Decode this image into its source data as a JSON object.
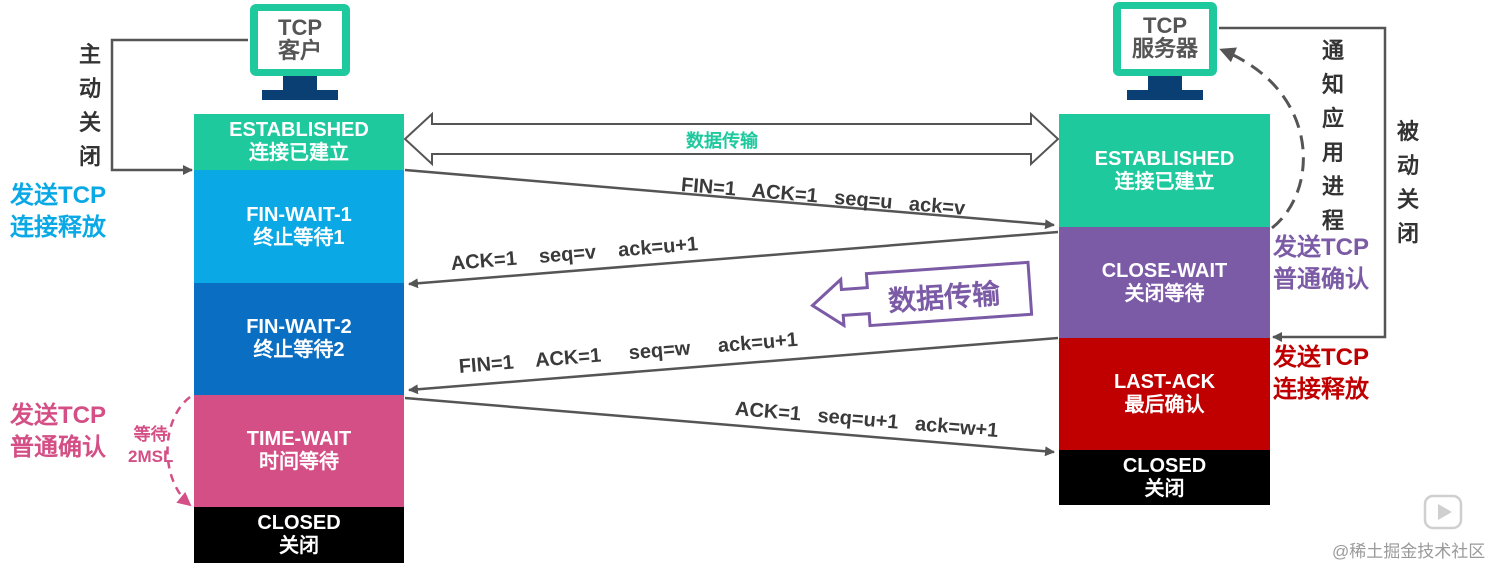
{
  "client": {
    "monitor_line1": "TCP",
    "monitor_line2": "客户",
    "active_close": "主动关闭",
    "send_fin_label": "发送TCP\n连接释放",
    "send_ack_label": "发送TCP\n普通确认",
    "wait_label": "等待\n2MSL",
    "states": [
      {
        "en": "ESTABLISHED",
        "zh": "连接已建立",
        "color": "#1fc99e"
      },
      {
        "en": "FIN-WAIT-1",
        "zh": "终止等待1",
        "color": "#0aa9e6"
      },
      {
        "en": "FIN-WAIT-2",
        "zh": "终止等待2",
        "color": "#0a6fc3"
      },
      {
        "en": "TIME-WAIT",
        "zh": "时间等待",
        "color": "#d44f85"
      },
      {
        "en": "CLOSED",
        "zh": "关闭",
        "color": "#000000"
      }
    ]
  },
  "server": {
    "monitor_line1": "TCP",
    "monitor_line2": "服务器",
    "notify_app": "通知应用进程",
    "passive_close": "被动关闭",
    "send_ack_label": "发送TCP\n普通确认",
    "send_fin_label": "发送TCP\n连接释放",
    "states": [
      {
        "en": "ESTABLISHED",
        "zh": "连接已建立",
        "color": "#1fc99e"
      },
      {
        "en": "CLOSE-WAIT",
        "zh": "关闭等待",
        "color": "#7b5aa6"
      },
      {
        "en": "LAST-ACK",
        "zh": "最后确认",
        "color": "#c00000"
      },
      {
        "en": "CLOSED",
        "zh": "关闭",
        "color": "#000000"
      }
    ]
  },
  "data_transfer_top": "数据传输",
  "data_transfer_server": "数据传输",
  "messages": {
    "fin1": "FIN=1   ACK=1   seq=u   ack=v",
    "ack1": "ACK=1    seq=v    ack=u+1",
    "fin2": "FIN=1    ACK=1     seq=w     ack=u+1",
    "ack2": "ACK=1   seq=u+1   ack=w+1"
  },
  "watermark": "@稀土掘金技术社区",
  "colors": {
    "client_fin_label": "#0aa9e6",
    "client_ack_label": "#d44f85",
    "server_ack_label": "#7b5aa6",
    "server_fin_label": "#c00000",
    "monitor": "#1fc99e"
  }
}
